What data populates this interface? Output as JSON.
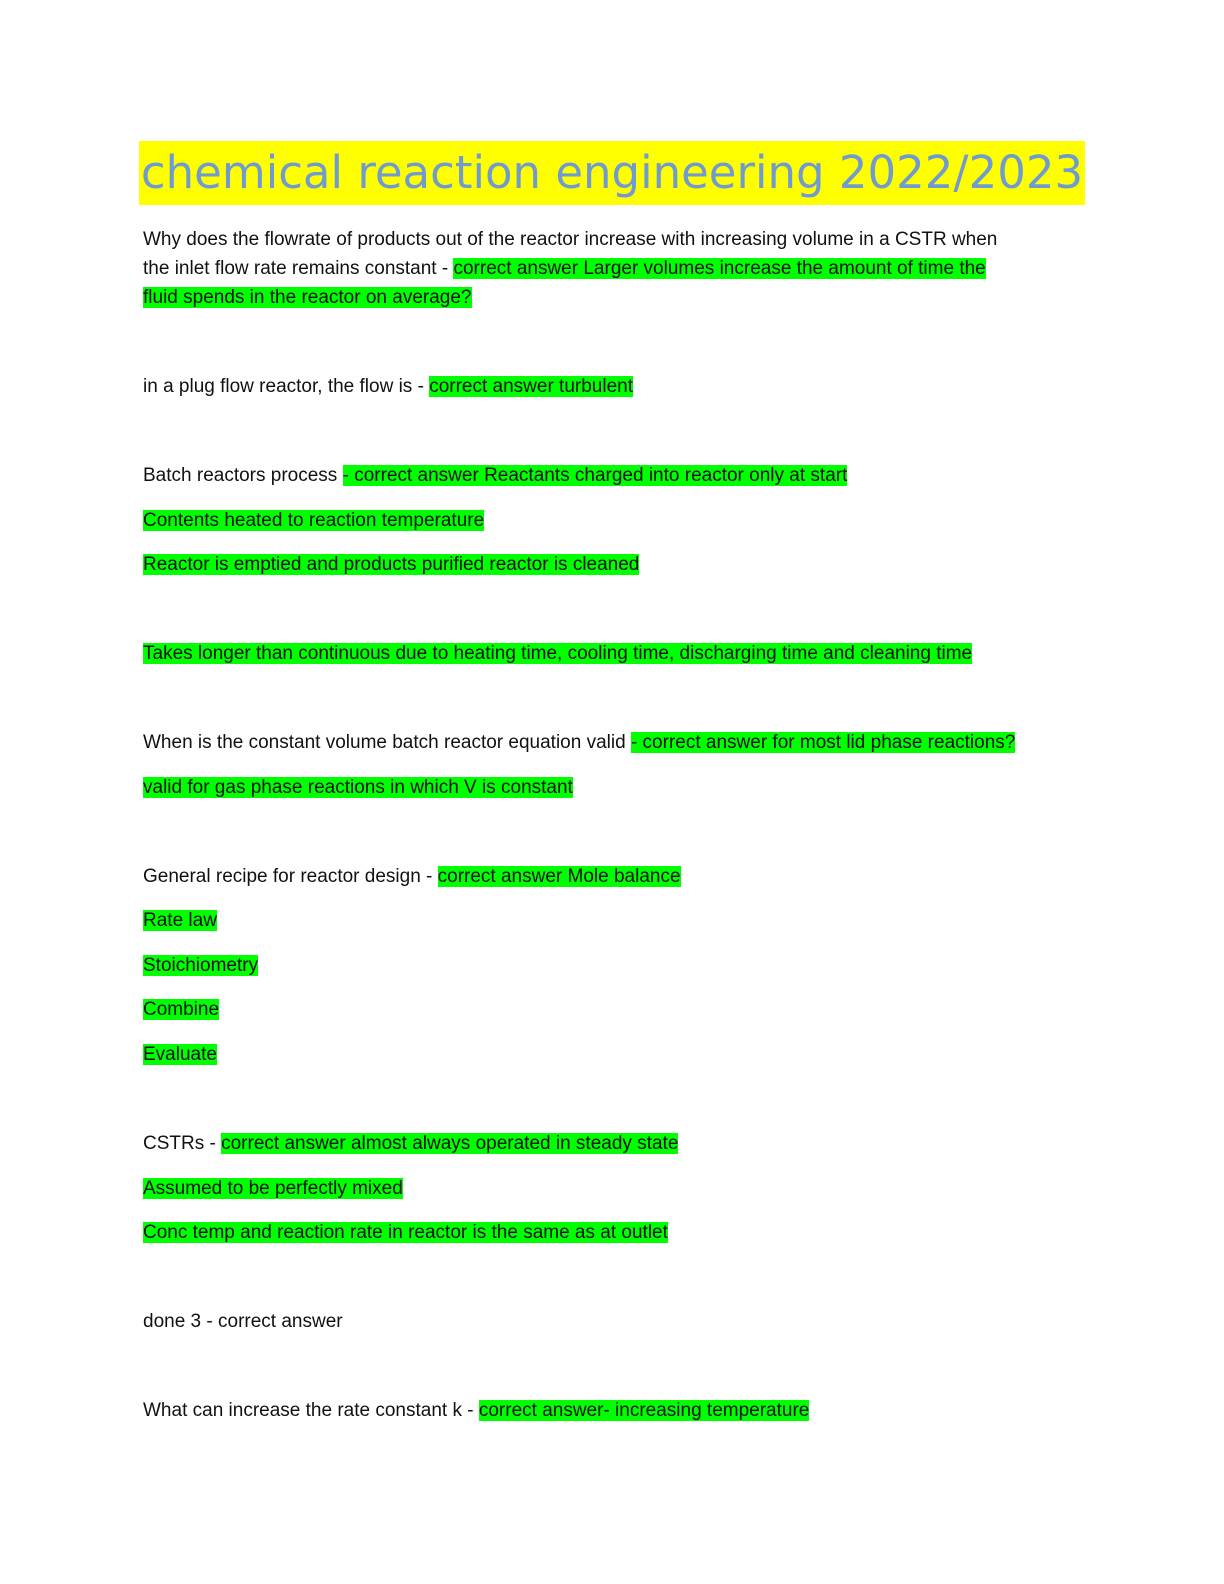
{
  "title": "chemical reaction engineering 2022/2023",
  "colors": {
    "title_highlight": "#ffff00",
    "title_text": "#6f9bd0",
    "answer_highlight": "#00ff00"
  },
  "q1": {
    "line1": "Why does the flowrate of products out of the reactor increase with increasing volume in a CSTR when",
    "line2_plain": "the inlet flow rate remains constant - ",
    "line2_hl": "correct answer Larger volumes increase the amount of time the",
    "line3_hl": "fluid spends in the reactor on average?"
  },
  "q2": {
    "plain": "in a plug flow reactor, the flow is - ",
    "hl": "correct answer turbulent"
  },
  "q3": {
    "plain": "Batch reactors process ",
    "hl": "- correct answer Reactants charged into reactor only at start",
    "extra": [
      "Contents heated to reaction temperature",
      "Reactor is emptied and products purified reactor is cleaned",
      "Takes longer than continuous due to heating time, cooling time, discharging time and cleaning time"
    ]
  },
  "q4": {
    "plain": "When is the constant volume batch reactor equation valid ",
    "hl": "- correct answer for most lid phase reactions?",
    "extra": "valid for gas phase reactions in which V is constant"
  },
  "q5": {
    "plain": "General recipe for reactor design - ",
    "hl": "correct answer Mole balance",
    "extra": [
      "Rate law",
      "Stoichiometry",
      "Combine",
      "Evaluate"
    ]
  },
  "q6": {
    "plain": "CSTRs - ",
    "hl": "correct answer almost always operated in steady state",
    "extra": [
      "Assumed to be perfectly mixed",
      "Conc temp and reaction rate in reactor is the same as at outlet"
    ]
  },
  "q7": {
    "plain": "done 3 - correct answer"
  },
  "q8": {
    "plain": "What can increase the rate constant k - ",
    "hl": "correct answer- increasing temperature"
  }
}
